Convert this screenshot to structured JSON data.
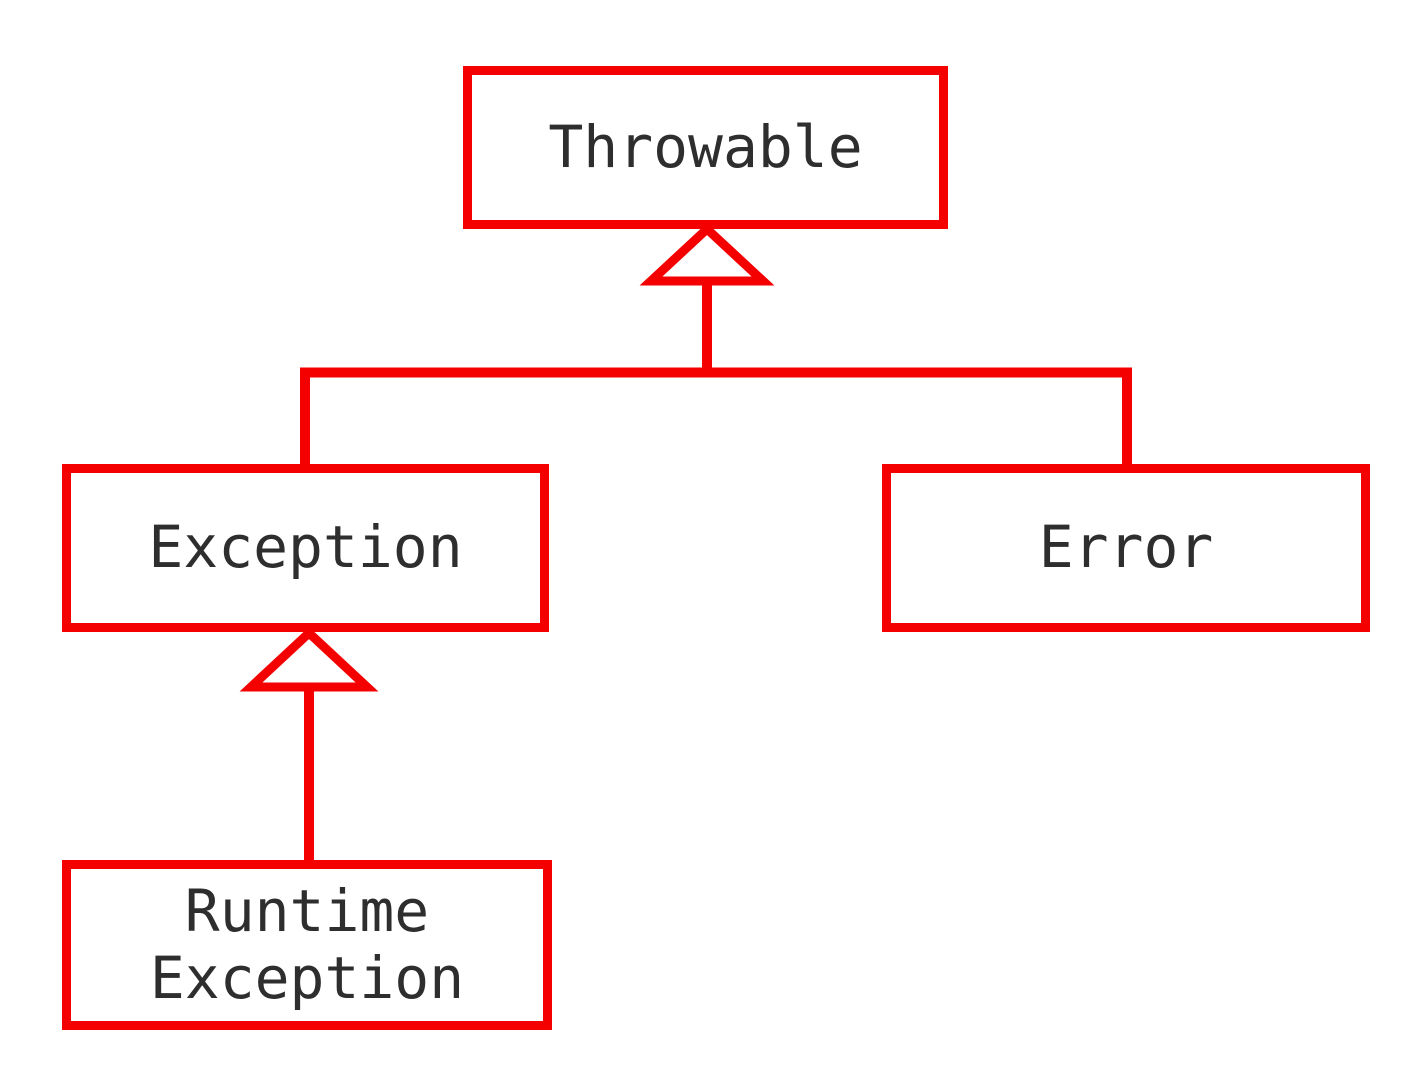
{
  "diagram": {
    "type": "class-hierarchy",
    "nodes": [
      {
        "id": "throwable",
        "label": "Throwable"
      },
      {
        "id": "exception",
        "label": "Exception"
      },
      {
        "id": "error",
        "label": "Error"
      },
      {
        "id": "runtime-exception",
        "label": "Runtime\nException"
      }
    ],
    "edges": [
      {
        "from": "exception",
        "to": "throwable",
        "type": "generalization"
      },
      {
        "from": "error",
        "to": "throwable",
        "type": "generalization"
      },
      {
        "from": "runtime-exception",
        "to": "exception",
        "type": "generalization"
      }
    ],
    "colors": {
      "line": "#f50000",
      "text": "#2e2e2e",
      "background": "#ffffff"
    }
  }
}
